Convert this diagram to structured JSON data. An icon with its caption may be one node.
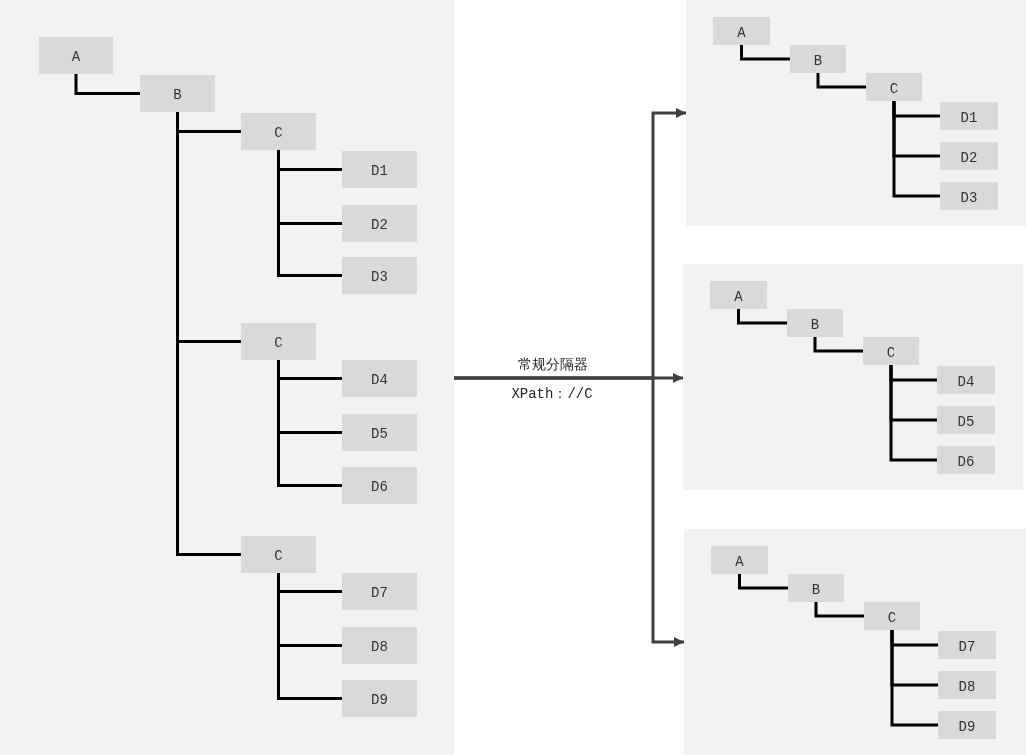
{
  "diagram": {
    "nodes": [
      {
        "text": [],
        "shape": "box"
      },
      {
        "text": [
          "A"
        ],
        "in": 0
      },
      {
        "text": [
          "B"
        ],
        "in": 0
      },
      {
        "text": [
          "C"
        ],
        "in": 0
      },
      {
        "text": [
          "D1"
        ],
        "in": 0
      },
      {
        "text": [
          "D2"
        ],
        "in": 0
      },
      {
        "text": [
          "D3"
        ],
        "in": 0
      },
      {
        "text": [
          "C"
        ],
        "in": 0
      },
      {
        "text": [
          "D4"
        ],
        "in": 0
      },
      {
        "text": [
          "D5"
        ],
        "in": 0
      },
      {
        "text": [
          "D6"
        ],
        "in": 0
      },
      {
        "text": [
          "C"
        ],
        "in": 0
      },
      {
        "text": [
          "D7"
        ],
        "in": 0
      },
      {
        "text": [
          "D8"
        ],
        "in": 0
      },
      {
        "text": [
          "D9"
        ],
        "in": 0
      },
      {
        "text": [],
        "shape": "box"
      },
      {
        "text": [
          "A"
        ],
        "in": 15
      },
      {
        "text": [
          "B"
        ],
        "in": 15
      },
      {
        "text": [
          "C"
        ],
        "in": 15
      },
      {
        "text": [
          "D1"
        ],
        "in": 15
      },
      {
        "text": [
          "D2"
        ],
        "in": 15
      },
      {
        "text": [
          "D3"
        ],
        "in": 15
      },
      {
        "text": [],
        "shape": "box"
      },
      {
        "text": [
          "A"
        ],
        "in": 22
      },
      {
        "text": [
          "B"
        ],
        "in": 22
      },
      {
        "text": [
          "C"
        ],
        "in": 22
      },
      {
        "text": [
          "D4"
        ],
        "in": 22
      },
      {
        "text": [
          "D5"
        ],
        "in": 22
      },
      {
        "text": [
          "D6"
        ],
        "in": 22
      },
      {
        "text": [],
        "shape": "box"
      },
      {
        "text": [
          "A"
        ],
        "in": 29
      },
      {
        "text": [
          "B"
        ],
        "in": 29
      },
      {
        "text": [
          "C"
        ],
        "in": 29
      },
      {
        "text": [
          "D7"
        ],
        "in": 29
      },
      {
        "text": [
          "D8"
        ],
        "in": 29
      },
      {
        "text": [
          "D9"
        ],
        "in": 29
      }
    ],
    "edges": [
      {
        "from": 1,
        "to": 2,
        "arrow": "none"
      },
      {
        "from": 2,
        "to": 3,
        "arrow": "none"
      },
      {
        "from": 2,
        "to": 7,
        "arrow": "none"
      },
      {
        "from": 2,
        "to": 11,
        "arrow": "none"
      },
      {
        "from": 3,
        "to": 4,
        "arrow": "none"
      },
      {
        "from": 3,
        "to": 5,
        "arrow": "none"
      },
      {
        "from": 3,
        "to": 6,
        "arrow": "none"
      },
      {
        "from": 7,
        "to": 8,
        "arrow": "none"
      },
      {
        "from": 7,
        "to": 9,
        "arrow": "none"
      },
      {
        "from": 7,
        "to": 10,
        "arrow": "none"
      },
      {
        "from": 11,
        "to": 12,
        "arrow": "none"
      },
      {
        "from": 11,
        "to": 13,
        "arrow": "none"
      },
      {
        "from": 11,
        "to": 14,
        "arrow": "none"
      },
      {
        "from": 16,
        "to": 17,
        "arrow": "none"
      },
      {
        "from": 17,
        "to": 18,
        "arrow": "none"
      },
      {
        "from": 18,
        "to": 19,
        "arrow": "none"
      },
      {
        "from": 18,
        "to": 20,
        "arrow": "none"
      },
      {
        "from": 18,
        "to": 21,
        "arrow": "none"
      },
      {
        "from": 23,
        "to": 24,
        "arrow": "none"
      },
      {
        "from": 24,
        "to": 25,
        "arrow": "none"
      },
      {
        "from": 25,
        "to": 26,
        "arrow": "none"
      },
      {
        "from": 25,
        "to": 27,
        "arrow": "none"
      },
      {
        "from": 25,
        "to": 28,
        "arrow": "none"
      },
      {
        "from": 30,
        "to": 31,
        "arrow": "none"
      },
      {
        "from": 31,
        "to": 32,
        "arrow": "none"
      },
      {
        "from": 32,
        "to": 33,
        "arrow": "none"
      },
      {
        "from": 32,
        "to": 34,
        "arrow": "none"
      },
      {
        "from": 32,
        "to": 35,
        "arrow": "none"
      },
      {
        "from": 0,
        "to": 15,
        "arrow": "to",
        "color": "#404040"
      },
      {
        "from": 0,
        "to": 22,
        "arrow": "to",
        "label": "常规分隔器",
        "color": "#404040"
      },
      {
        "from": 0,
        "to": 29,
        "arrow": "to",
        "color": "#404040"
      }
    ],
    "labels": [
      "XPath：//C"
    ]
  }
}
